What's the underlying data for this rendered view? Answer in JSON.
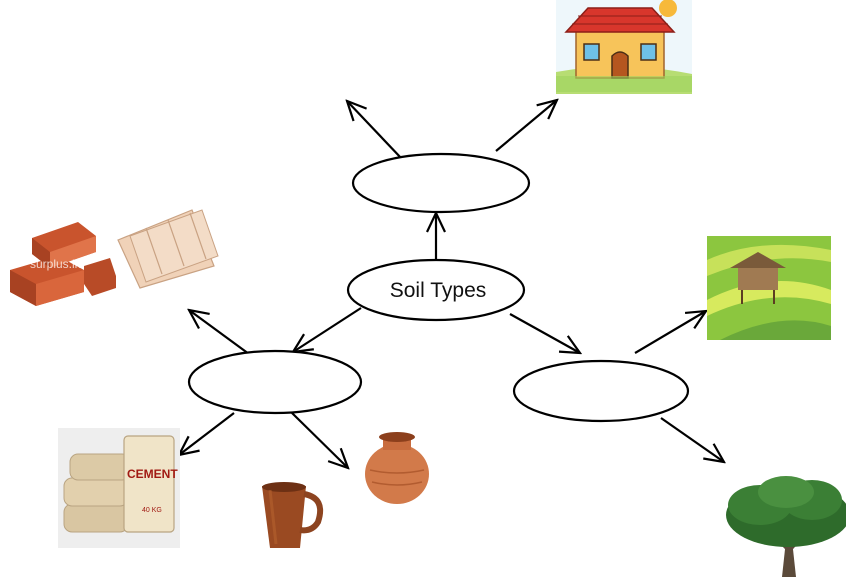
{
  "diagram": {
    "center_label": "Soil Types",
    "branch_top_label": "",
    "branch_left_label": "",
    "branch_right_label": "",
    "bricks_watermark": "surplus.lk",
    "cement_bag_text": "CEMENT",
    "cement_bag_weight": "40 KG"
  },
  "icons": {
    "house": "house-icon",
    "bricks": "bricks-icon",
    "roof_tiles": "roof-tiles-icon",
    "paddy": "paddy-field-icon",
    "tree": "tree-icon",
    "cement": "cement-bags-icon",
    "mug": "clay-mug-icon",
    "pot": "clay-pot-icon"
  },
  "colors": {
    "stroke": "#000000",
    "brick": "#c9542d",
    "clay": "#9a4a22",
    "grass": "#7cc244"
  }
}
